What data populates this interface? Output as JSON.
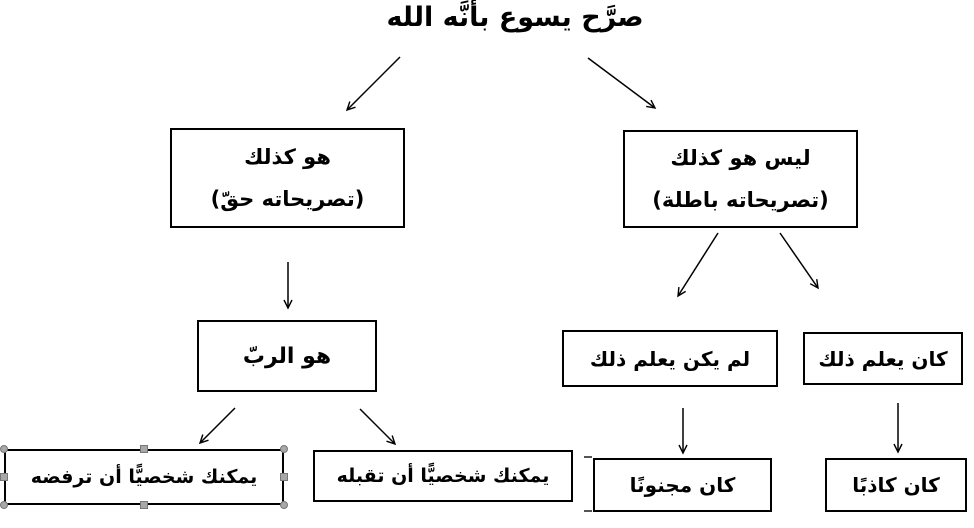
{
  "title": "صرَّح يسوع بأنَّه الله",
  "colors": {
    "line": "#000000",
    "box_border": "#000000",
    "background": "#ffffff",
    "selection_handle": "#a8a8a8"
  },
  "nodes": {
    "he_is_so": {
      "line1": "هو كذلك",
      "line2": "(تصريحاته حقّ)"
    },
    "not_so": {
      "line1": "ليس هو كذلك",
      "line2": "(تصريحاته باطلة)"
    },
    "he_is_lord": {
      "label": "هو الربّ"
    },
    "did_not_know": {
      "label": "لم يكن يعلم ذلك"
    },
    "knew_it": {
      "label": "كان يعلم ذلك"
    },
    "reject_him": {
      "label": "يمكنك شخصيًّا أن ترفضه"
    },
    "accept_him": {
      "label": "يمكنك شخصيًّا أن تقبله"
    },
    "was_lunatic": {
      "label": "كان مجنونًا"
    },
    "was_liar": {
      "label": "كان كاذبًا"
    }
  }
}
